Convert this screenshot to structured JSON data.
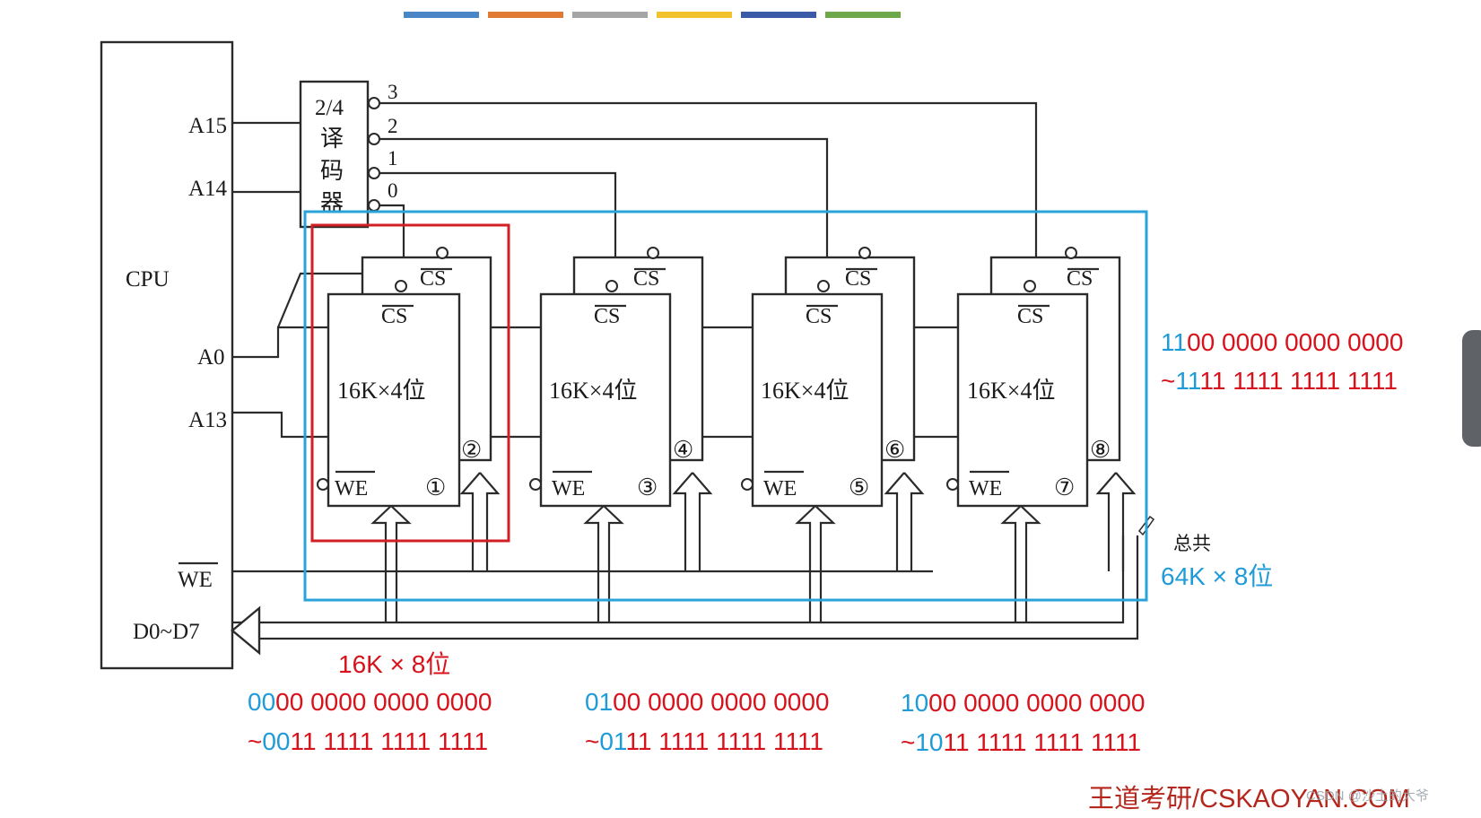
{
  "header": {
    "color_bar": [
      "#4a86c5",
      "#e07a32",
      "#a5a5a5",
      "#f2c12e",
      "#3b5ba8",
      "#6ea84a"
    ]
  },
  "cpu": {
    "label": "CPU",
    "pins": {
      "a15": "A15",
      "a14": "A14",
      "a0": "A0",
      "a13": "A13",
      "we": "WE",
      "data": "D0~D7"
    }
  },
  "decoder": {
    "lines": [
      "2/4",
      "译",
      "码",
      "器"
    ],
    "outputs": [
      "3",
      "2",
      "1",
      "0"
    ]
  },
  "chips": [
    {
      "title": "16K×4位",
      "cs": "CS",
      "we": "WE",
      "cs_ext": "CS",
      "left_id": "①",
      "right_id": "②"
    },
    {
      "title": "16K×4位",
      "cs": "CS",
      "we": "WE",
      "cs_ext": "CS",
      "left_id": "③",
      "right_id": "④"
    },
    {
      "title": "16K×4位",
      "cs": "CS",
      "we": "WE",
      "cs_ext": "CS",
      "left_id": "⑤",
      "right_id": "⑥"
    },
    {
      "title": "16K×4位",
      "cs": "CS",
      "we": "WE",
      "cs_ext": "CS",
      "left_id": "⑦",
      "right_id": "⑧"
    }
  ],
  "annotations": {
    "group_label": "16K × 8位",
    "total_label": "总共",
    "total_value": "64K × 8位",
    "ranges": [
      {
        "start_prefix": "00",
        "start_rest": "00 0000 0000 0000",
        "end_tilde": "~",
        "end_prefix": "00",
        "end_rest": "11 1111 1111 1111"
      },
      {
        "start_prefix": "01",
        "start_rest": "00 0000 0000 0000",
        "end_tilde": "~",
        "end_prefix": "01",
        "end_rest": "11 1111 1111 1111"
      },
      {
        "start_prefix": "10",
        "start_rest": "00 0000 0000 0000",
        "end_tilde": "~",
        "end_prefix": "10",
        "end_rest": "11 1111 1111 1111"
      },
      {
        "start_prefix": "11",
        "start_rest": "00 0000 0000 0000",
        "end_tilde": "~",
        "end_prefix": "11",
        "end_rest": "11 1111 1111 1111"
      }
    ]
  },
  "footer": {
    "watermark": "王道考研/CSKAOYAN.COM",
    "credit": "CSDN @沙土的大爷"
  },
  "colors": {
    "prefix_blue": "#1f9bd7",
    "range_red": "#d8121b",
    "group_box_red": "#d21f26",
    "total_box_blue": "#2aa3d8",
    "line": "#2b2b2b"
  }
}
